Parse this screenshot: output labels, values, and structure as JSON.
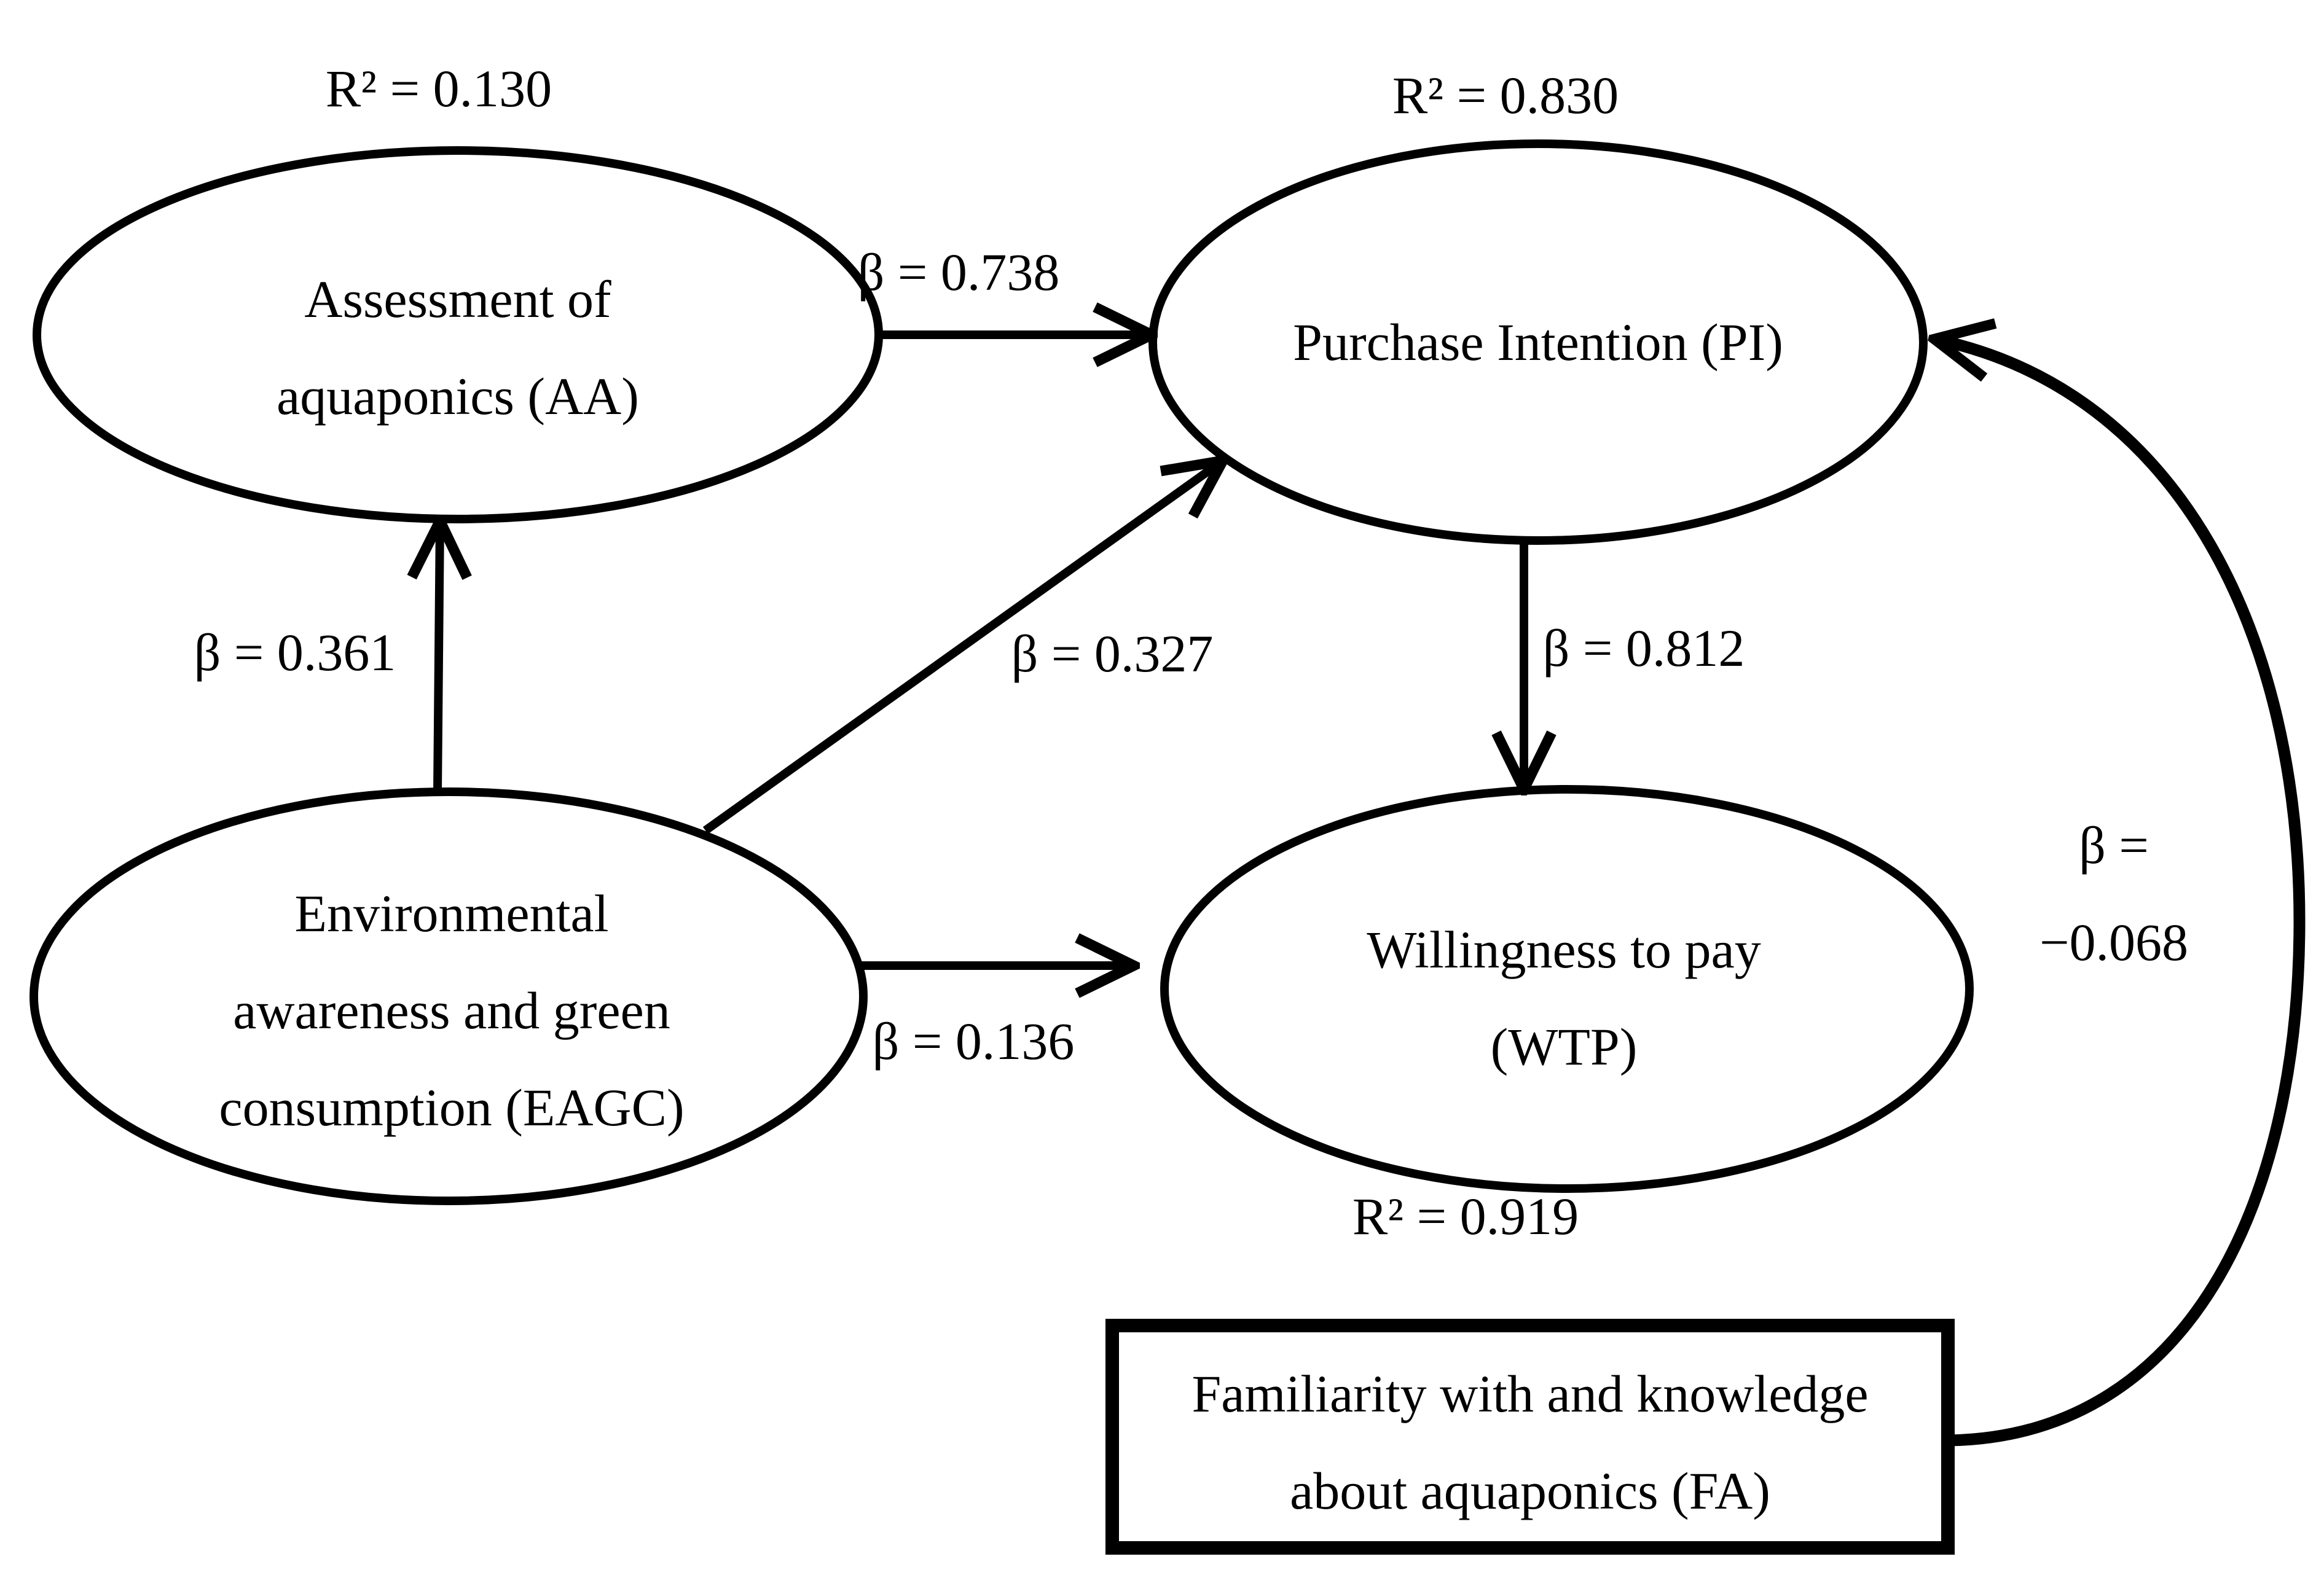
{
  "figure": {
    "type": "sem-path-diagram",
    "background_color": "#ffffff",
    "line_color": "#000000",
    "nodes": {
      "aa": {
        "shape": "ellipse",
        "label": "Assessment of\naquaponics (AA)",
        "r_squared": "R² = 0.130"
      },
      "pi": {
        "shape": "ellipse",
        "label": "Purchase Intention (PI)",
        "r_squared": "R² = 0.830"
      },
      "eagc": {
        "shape": "ellipse",
        "label": "Environmental\nawareness and green\nconsumption (EAGC)"
      },
      "wtp": {
        "shape": "ellipse",
        "label": "Willingness to pay\n(WTP)",
        "r_squared": "R² = 0.919"
      },
      "fa": {
        "shape": "rectangle",
        "label": "Familiarity with and knowledge\nabout aquaponics (FA)"
      }
    },
    "paths": [
      {
        "from": "AA",
        "to": "PI",
        "coefficient": "β = 0.738"
      },
      {
        "from": "EAGC",
        "to": "AA",
        "coefficient": "β = 0.361"
      },
      {
        "from": "EAGC",
        "to": "PI",
        "coefficient": "β = 0.327"
      },
      {
        "from": "PI",
        "to": "WTP",
        "coefficient": "β = 0.812"
      },
      {
        "from": "EAGC",
        "to": "WTP",
        "coefficient": "β = 0.136"
      },
      {
        "from": "FA",
        "to": "PI",
        "coefficient": "β = −0.068"
      }
    ]
  }
}
